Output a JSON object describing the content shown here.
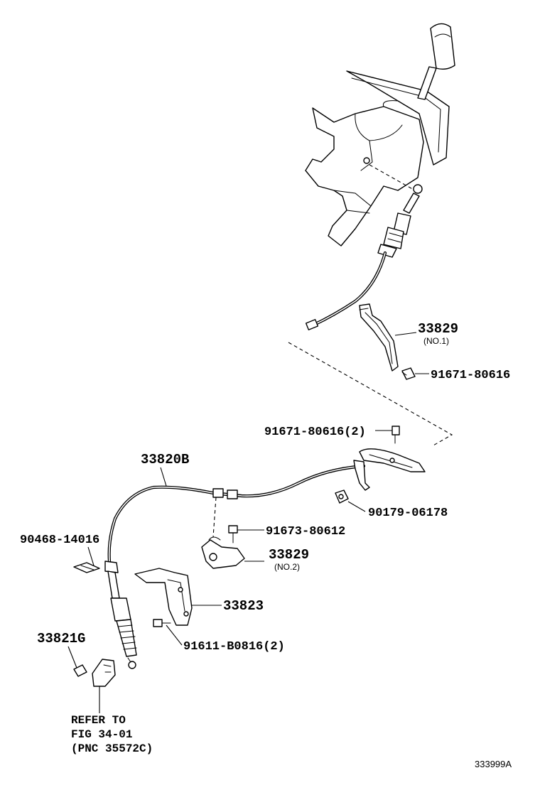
{
  "labels": {
    "p33829_no1": "33829",
    "p33829_no1_sub": "(NO.1)",
    "p91671_80616": "91671-80616",
    "p91671_80616_2": "91671-80616(2)",
    "p33820B": "33820B",
    "p90179_06178": "90179-06178",
    "p91673_80612": "91673-80612",
    "p90468_14016": "90468-14016",
    "p33829_no2": "33829",
    "p33829_no2_sub": "(NO.2)",
    "p33823": "33823",
    "p33821G": "33821G",
    "p91611_B0816_2": "91611-B0816(2)"
  },
  "reference_note": {
    "line1": "REFER TO",
    "line2": "FIG 34-01",
    "line3": "(PNC 35572C)"
  },
  "figure_id": "333999A"
}
